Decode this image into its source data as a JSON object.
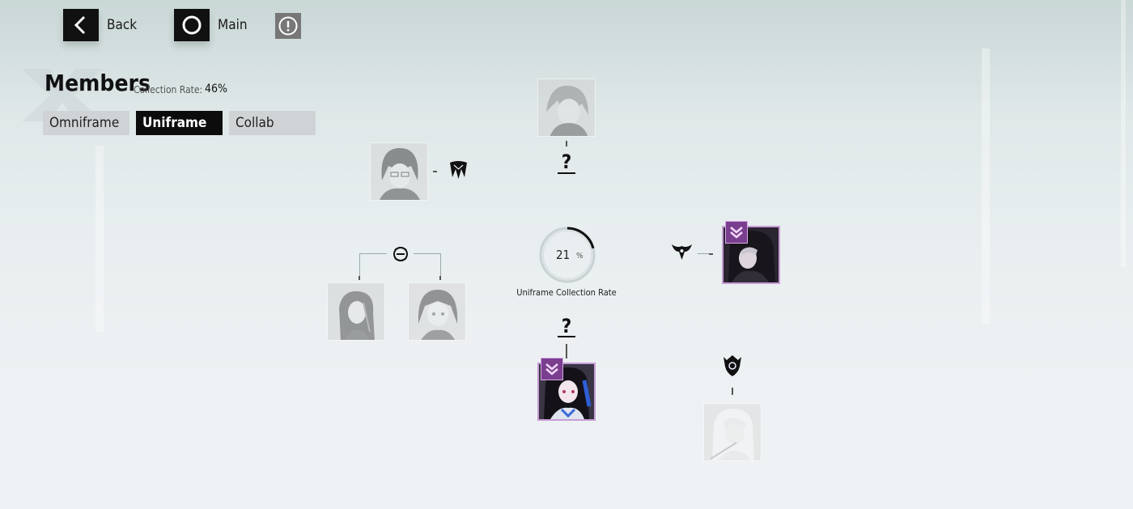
{
  "nav": {
    "back_label": "Back",
    "main_label": "Main",
    "info_icon": "info-icon"
  },
  "header": {
    "title": "Members",
    "collection_rate_label": "Collection Rate:",
    "collection_rate_value": "46%"
  },
  "tabs": [
    {
      "label": "Omniframe",
      "active": false
    },
    {
      "label": "Uniframe",
      "active": true
    },
    {
      "label": "Collab",
      "active": false
    }
  ],
  "center": {
    "value": "21",
    "unit": "%",
    "label": "Uniframe Collection Rate",
    "progress": 0.21
  },
  "unknown_mark": "?",
  "colors": {
    "accent_purple": "#7a3e8f",
    "active_tab": "#0c0c0c",
    "inactive_tab": "#cfd3d5"
  },
  "members": [
    {
      "id": "top",
      "owned": false
    },
    {
      "id": "left-upper",
      "owned": false
    },
    {
      "id": "left-lower-a",
      "owned": false
    },
    {
      "id": "left-lower-b",
      "owned": false
    },
    {
      "id": "right",
      "owned": true
    },
    {
      "id": "bottom",
      "owned": true
    },
    {
      "id": "bottom-right",
      "owned": false
    }
  ]
}
